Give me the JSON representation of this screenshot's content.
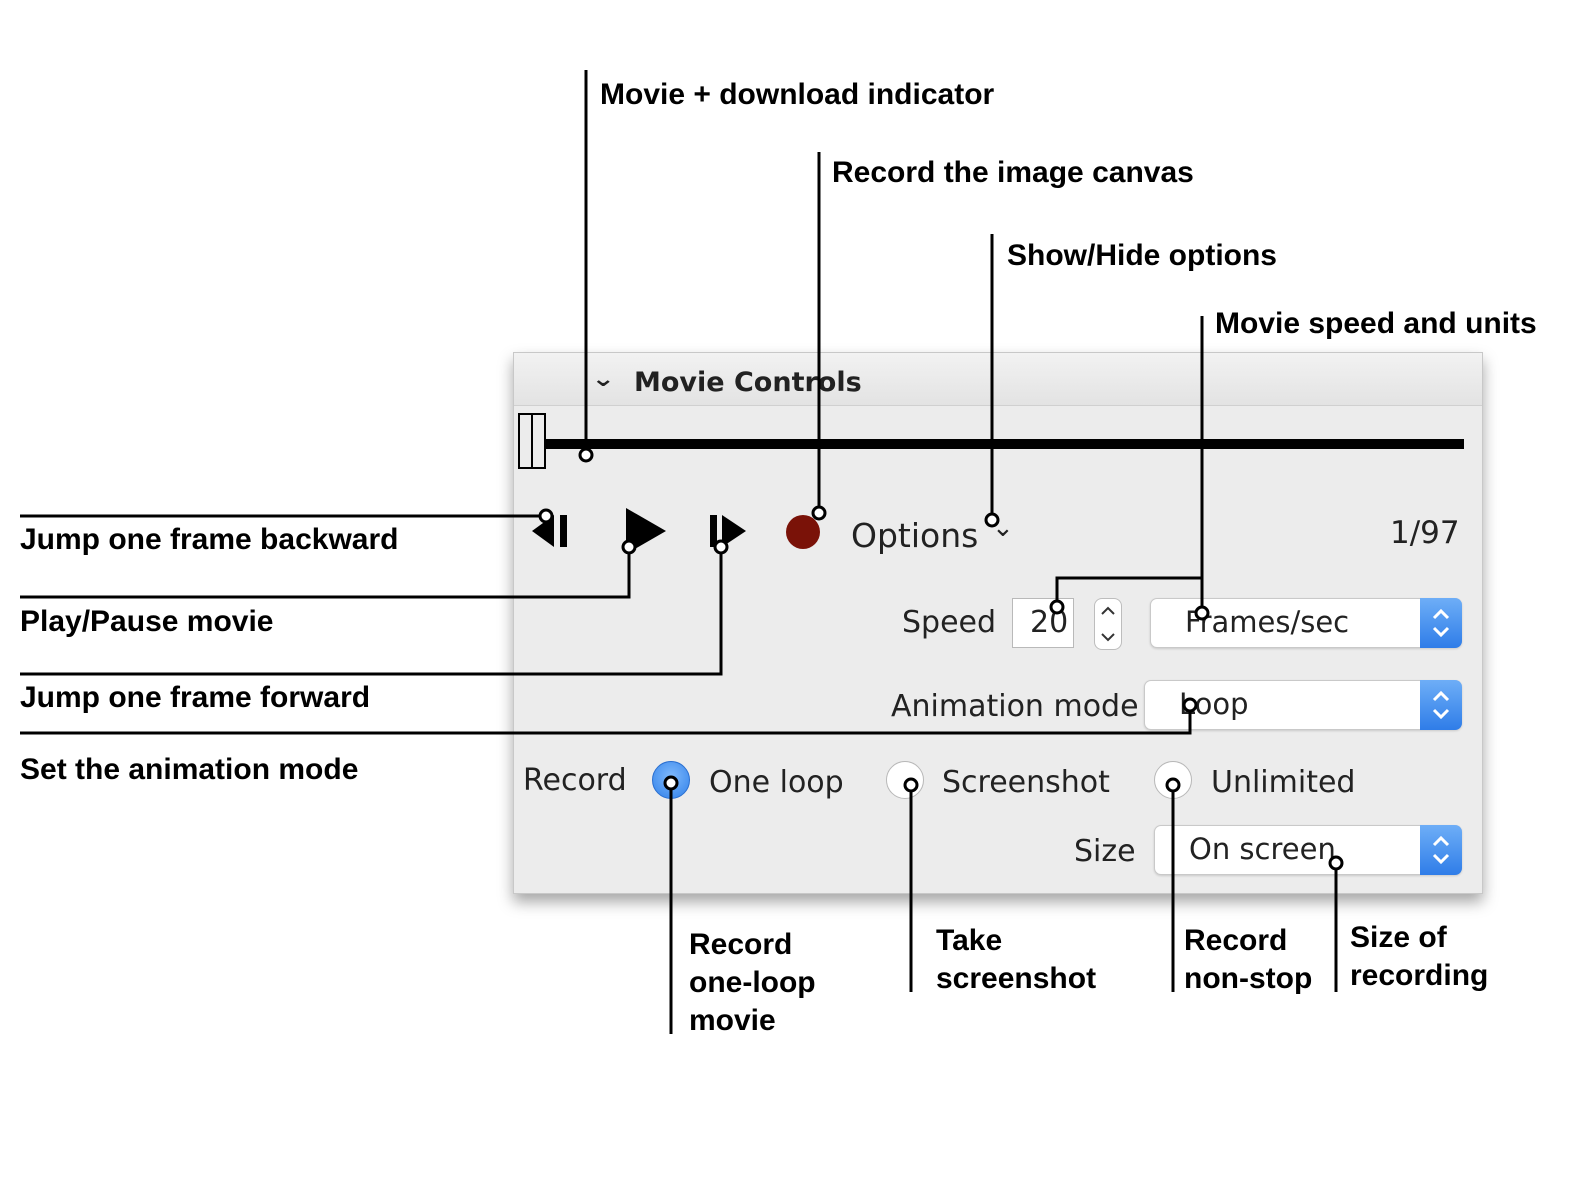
{
  "panel": {
    "title": "Movie Controls",
    "options_label": "Options",
    "frame_counter": "1/97",
    "speed_label": "Speed",
    "speed_value": "20",
    "speed_units": "Frames/sec",
    "animation_mode_label": "Animation mode",
    "animation_mode_value": "Loop",
    "record_label": "Record",
    "record_options": [
      "One loop",
      "Screenshot",
      "Unlimited"
    ],
    "record_selected": "One loop",
    "size_label": "Size",
    "size_value": "On screen",
    "record_button_color": "#7a1208",
    "accent_color": "#2f7de8"
  },
  "annotations": {
    "movie_indicator": "Movie + download indicator",
    "record_canvas": "Record the image canvas",
    "show_hide_options": "Show/Hide options",
    "movie_speed": "Movie speed and units",
    "jump_backward": "Jump one frame backward",
    "play_pause": "Play/Pause movie",
    "jump_forward": "Jump one frame forward",
    "set_animation_mode": "Set the animation mode",
    "record_one_loop": [
      "Record",
      "one-loop",
      "movie"
    ],
    "take_screenshot": [
      "Take",
      "screenshot"
    ],
    "record_nonstop": [
      "Record",
      "non-stop"
    ],
    "size_of_recording": [
      "Size of",
      "recording"
    ]
  }
}
